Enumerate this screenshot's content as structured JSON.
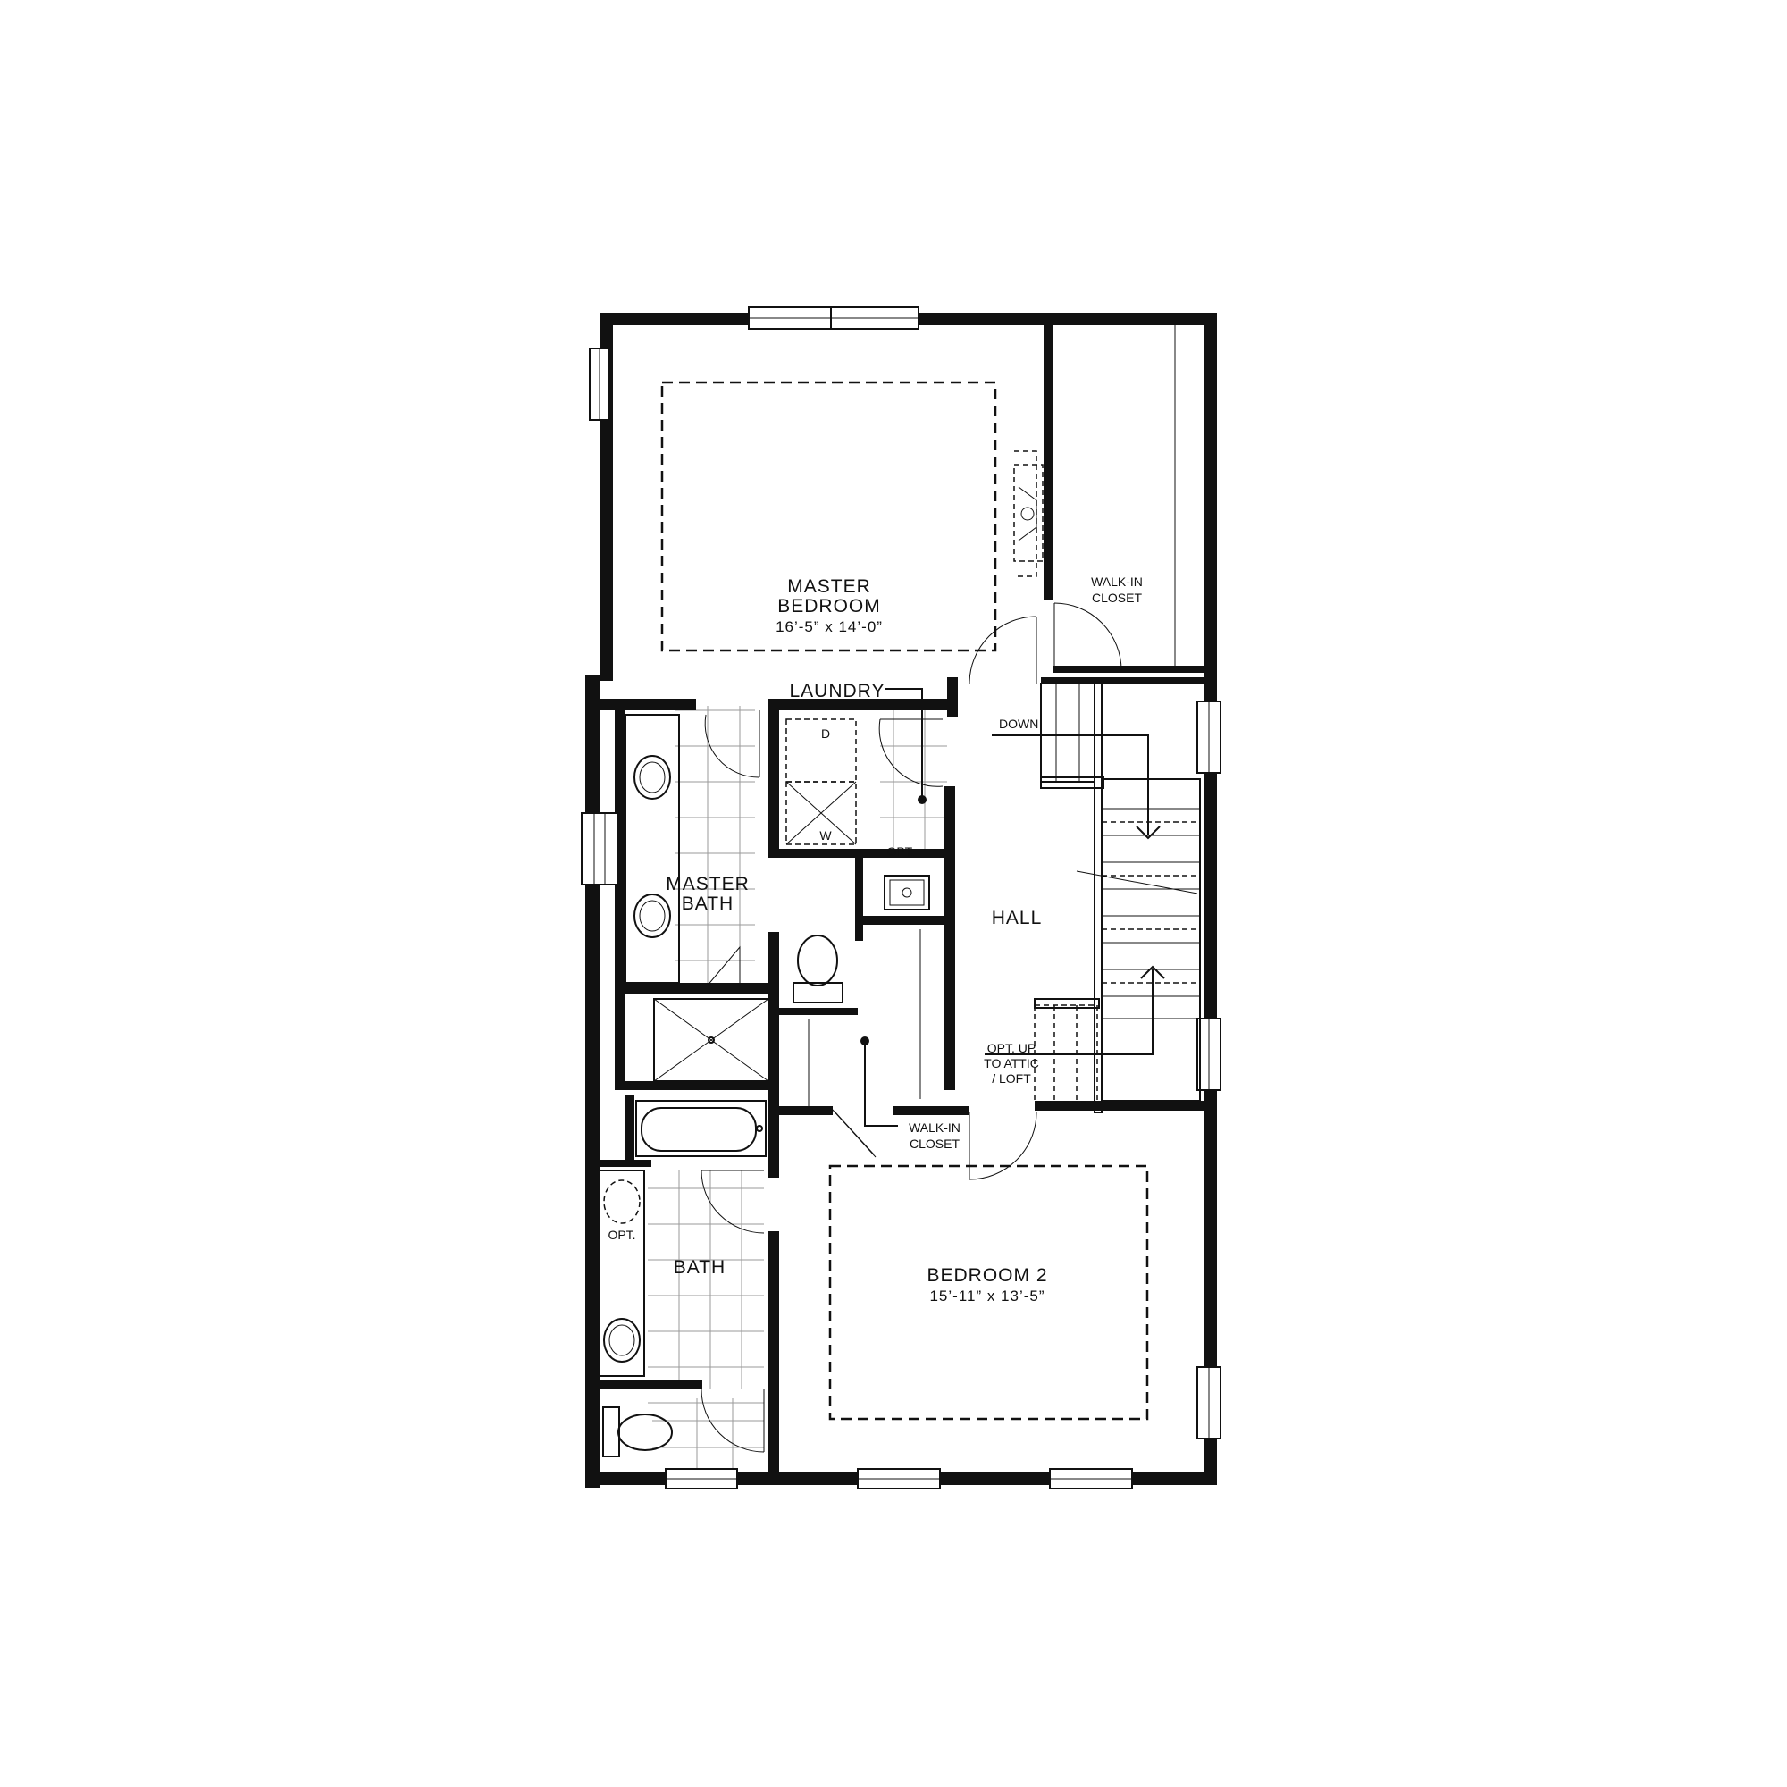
{
  "floor_plan": {
    "rooms": {
      "master_bedroom": {
        "name_line1": "MASTER",
        "name_line2": "BEDROOM",
        "dimensions": "16’-5” x 14’-0”"
      },
      "master_walkin": {
        "name_line1": "WALK-IN",
        "name_line2": "CLOSET"
      },
      "laundry": {
        "name": "LAUNDRY",
        "dryer": "D",
        "washer": "W",
        "option": "OPT."
      },
      "master_bath": {
        "name_line1": "MASTER",
        "name_line2": "BATH"
      },
      "hall": {
        "name": "HALL"
      },
      "stairs": {
        "down": "DOWN",
        "up_line1": "OPT. UP",
        "up_line2": "TO ATTIC",
        "up_line3": "/ LOFT"
      },
      "walkin_closet_2": {
        "name_line1": "WALK-IN",
        "name_line2": "CLOSET"
      },
      "bath": {
        "name": "BATH",
        "option": "OPT."
      },
      "bedroom_2": {
        "name": "BEDROOM 2",
        "dimensions": "15’-11” x 13’-5”"
      }
    }
  }
}
